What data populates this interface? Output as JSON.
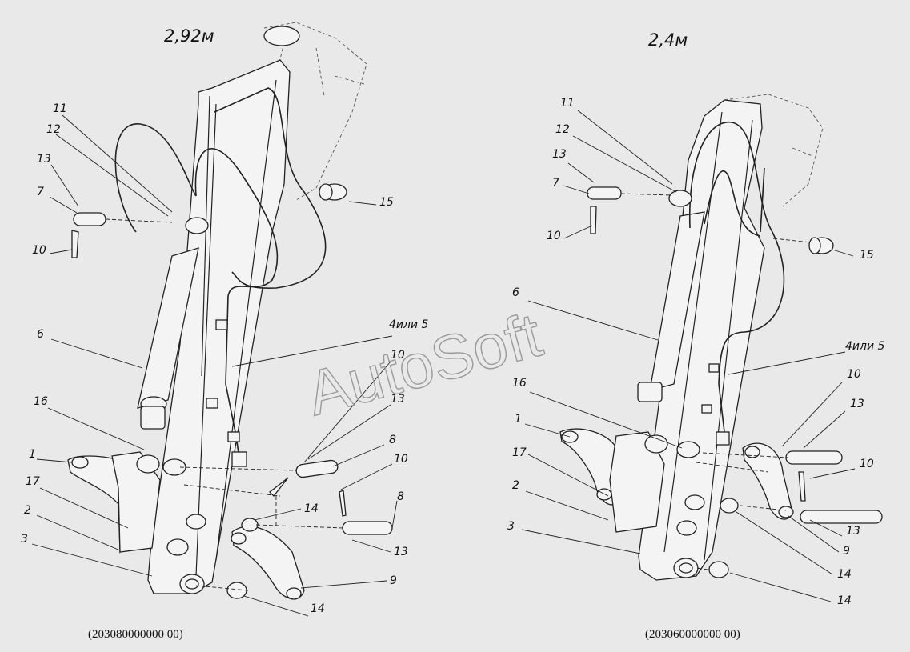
{
  "watermark": "AutoSoft",
  "colors": {
    "background": "#e9e9e9",
    "line": "#222222",
    "part_fill": "#f4f4f4",
    "watermark": "#9a9a9a"
  },
  "left": {
    "title": "2,92м",
    "part_number": "(203080000000 00)",
    "callouts": {
      "c11": "11",
      "c12": "12",
      "c13a": "13",
      "c7": "7",
      "c10a": "10",
      "c6": "6",
      "c16": "16",
      "c1": "1",
      "c17": "17",
      "c2": "2",
      "c3": "3",
      "c15": "15",
      "c45": "4или 5",
      "c10b": "10",
      "c13b": "13",
      "c8a": "8",
      "c10c": "10",
      "c8b": "8",
      "c14a": "14",
      "c13c": "13",
      "c9": "9",
      "c14b": "14"
    }
  },
  "right": {
    "title": "2,4м",
    "part_number": "(203060000000 00)",
    "callouts": {
      "c11": "11",
      "c12": "12",
      "c13a": "13",
      "c7": "7",
      "c10a": "10",
      "c6": "6",
      "c16": "16",
      "c1": "1",
      "c17": "17",
      "c2": "2",
      "c3": "3",
      "c15": "15",
      "c45": "4или 5",
      "c10b": "10",
      "c13b": "13",
      "c10c": "10",
      "c13c": "13",
      "c9": "9",
      "c14a": "14",
      "c14b": "14"
    }
  }
}
